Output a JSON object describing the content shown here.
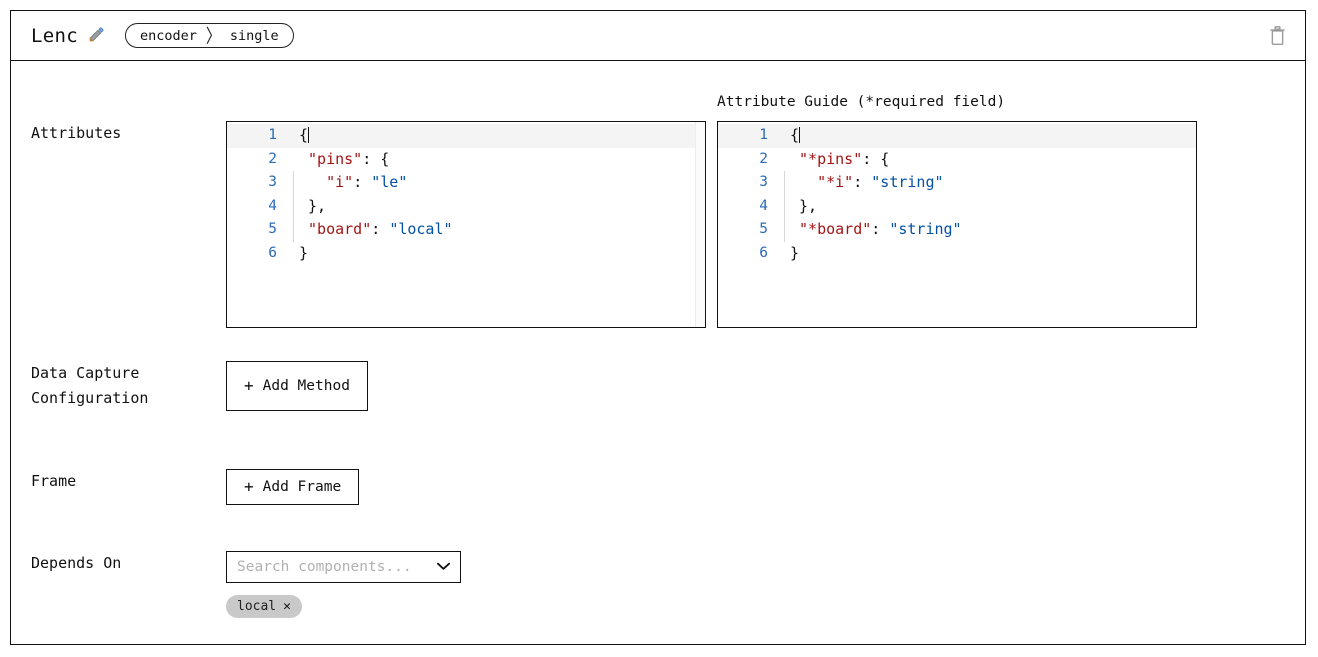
{
  "header": {
    "title": "Lenc",
    "edit_icon": "pencil-icon",
    "breadcrumb": {
      "parent": "encoder",
      "separator": "〉",
      "current": "single"
    },
    "delete_icon": "trash-icon"
  },
  "sections": {
    "attributes": {
      "label": "Attributes",
      "editor": {
        "lines": [
          {
            "n": "1",
            "active": true,
            "indent": false,
            "content": "{"
          },
          {
            "n": "2",
            "active": false,
            "indent": false,
            "content": "  \"pins\": {"
          },
          {
            "n": "3",
            "active": false,
            "indent": true,
            "content": "    \"i\": \"le\""
          },
          {
            "n": "4",
            "active": false,
            "indent": true,
            "content": "  },"
          },
          {
            "n": "5",
            "active": false,
            "indent": true,
            "content": "  \"board\": \"local\""
          },
          {
            "n": "6",
            "active": false,
            "indent": false,
            "content": "}"
          }
        ],
        "tokens": [
          [
            {
              "t": "punc",
              "v": "{"
            }
          ],
          [
            {
              "t": "punc",
              "v": " "
            },
            {
              "t": "key",
              "v": "\"pins\""
            },
            {
              "t": "punc",
              "v": ": {"
            }
          ],
          [
            {
              "t": "punc",
              "v": "   "
            },
            {
              "t": "key",
              "v": "\"i\""
            },
            {
              "t": "punc",
              "v": ": "
            },
            {
              "t": "str",
              "v": "\"le\""
            }
          ],
          [
            {
              "t": "punc",
              "v": " },"
            }
          ],
          [
            {
              "t": "punc",
              "v": " "
            },
            {
              "t": "key",
              "v": "\"board\""
            },
            {
              "t": "punc",
              "v": ": "
            },
            {
              "t": "str",
              "v": "\"local\""
            }
          ],
          [
            {
              "t": "punc",
              "v": "}"
            }
          ]
        ]
      }
    },
    "attribute_guide": {
      "caption": "Attribute Guide (*required field)",
      "editor": {
        "lines": [
          {
            "n": "1",
            "active": true,
            "indent": false
          },
          {
            "n": "2",
            "active": false,
            "indent": false
          },
          {
            "n": "3",
            "active": false,
            "indent": true
          },
          {
            "n": "4",
            "active": false,
            "indent": true
          },
          {
            "n": "5",
            "active": false,
            "indent": true
          },
          {
            "n": "6",
            "active": false,
            "indent": false
          }
        ],
        "tokens": [
          [
            {
              "t": "punc",
              "v": "{"
            }
          ],
          [
            {
              "t": "punc",
              "v": " "
            },
            {
              "t": "key",
              "v": "\"*pins\""
            },
            {
              "t": "punc",
              "v": ": {"
            }
          ],
          [
            {
              "t": "punc",
              "v": "   "
            },
            {
              "t": "key",
              "v": "\"*i\""
            },
            {
              "t": "punc",
              "v": ": "
            },
            {
              "t": "str",
              "v": "\"string\""
            }
          ],
          [
            {
              "t": "punc",
              "v": " },"
            }
          ],
          [
            {
              "t": "punc",
              "v": " "
            },
            {
              "t": "key",
              "v": "\"*board\""
            },
            {
              "t": "punc",
              "v": ": "
            },
            {
              "t": "str",
              "v": "\"string\""
            }
          ],
          [
            {
              "t": "punc",
              "v": "}"
            }
          ]
        ]
      }
    },
    "data_capture": {
      "label": "Data Capture\nConfiguration",
      "add_button": "Add Method",
      "plus": "+"
    },
    "frame": {
      "label": "Frame",
      "add_button": "Add Frame",
      "plus": "+"
    },
    "depends_on": {
      "label": "Depends On",
      "select_placeholder": "Search components...",
      "chevron": "⌄",
      "chips": [
        {
          "label": "local",
          "close": "✕"
        }
      ]
    }
  },
  "colors": {
    "border": "#111111",
    "json_key": "#a31515",
    "json_string": "#0451a5",
    "line_number": "#2b6cb8",
    "chip_bg": "#c9c9c9",
    "placeholder": "#b0b0b0",
    "trash_icon": "#9b9b9b"
  }
}
